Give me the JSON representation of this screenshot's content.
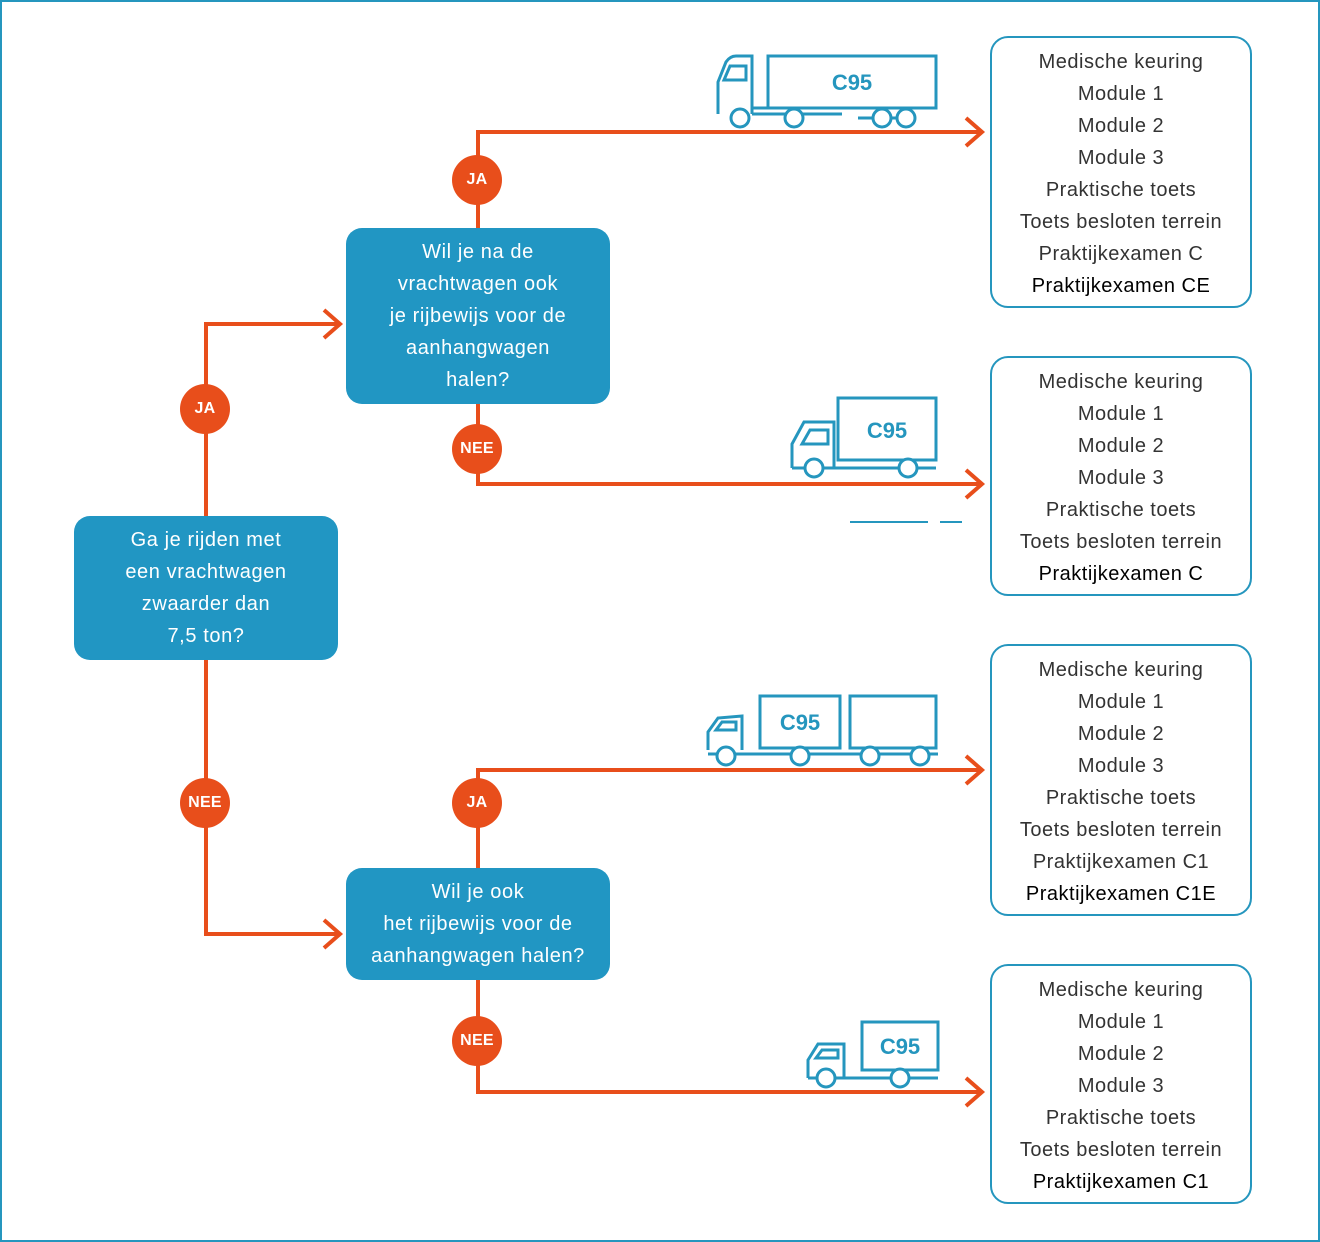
{
  "colors": {
    "blue": "#2196c3",
    "orange": "#e84e1b",
    "border": "#2596be"
  },
  "q1": {
    "lines": [
      "Ga je rijden met",
      "een vrachtwagen",
      "zwaarder dan",
      "7,5 ton?"
    ]
  },
  "q2": {
    "lines": [
      "Wil je na de",
      "vrachtwagen ook",
      "je rijbewijs voor de",
      "aanhangwagen",
      "halen?"
    ]
  },
  "q3": {
    "lines": [
      "Wil je ook",
      "het rijbewijs voor de",
      "aanhangwagen halen?"
    ]
  },
  "badges": {
    "ja": "JA",
    "nee": "NEE"
  },
  "trucks": {
    "label": "C95"
  },
  "results": [
    {
      "items": [
        "Medische keuring",
        "Module 1",
        "Module 2",
        "Module 3",
        "Praktische toets",
        "Toets besloten terrein",
        "Praktijkexamen C"
      ],
      "final": "Praktijkexamen CE"
    },
    {
      "items": [
        "Medische keuring",
        "Module 1",
        "Module 2",
        "Module 3",
        "Praktische toets",
        "Toets besloten terrein"
      ],
      "final": "Praktijkexamen C"
    },
    {
      "items": [
        "Medische keuring",
        "Module 1",
        "Module 2",
        "Module 3",
        "Praktische toets",
        "Toets besloten terrein",
        "Praktijkexamen C1"
      ],
      "final": "Praktijkexamen C1E"
    },
    {
      "items": [
        "Medische keuring",
        "Module 1",
        "Module 2",
        "Module 3",
        "Praktische toets",
        "Toets besloten terrein"
      ],
      "final": "Praktijkexamen C1"
    }
  ]
}
